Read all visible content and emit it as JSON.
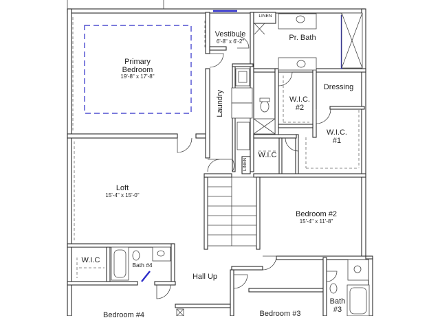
{
  "plan": {
    "rooms": {
      "primary_bedroom": {
        "name": "Primary\nBedroom",
        "dims": "19'-8\" x 17'-8\""
      },
      "vestibule": {
        "name": "Vestibule",
        "dims": "6'-8\" x 6'-2\""
      },
      "linen_top": {
        "name": "LINEN"
      },
      "pr_bath": {
        "name": "Pr. Bath"
      },
      "laundry": {
        "name": "Laundry"
      },
      "dressing": {
        "name": "Dressing"
      },
      "wic2": {
        "name": "W.I.C.\n#2"
      },
      "wic1": {
        "name": "W.I.C.\n#1"
      },
      "wic_mid": {
        "name": "W.I.C"
      },
      "linen_mid": {
        "name": "LINEN"
      },
      "loft": {
        "name": "Loft",
        "dims": "15'-4\" x 15'-0\""
      },
      "bedroom2": {
        "name": "Bedroom #2",
        "dims": "15'-4\" x 11'-8\""
      },
      "wic_left": {
        "name": "W.I.C"
      },
      "bath4": {
        "name": "Bath #4"
      },
      "hall_up": {
        "name": "Hall Up"
      },
      "bedroom3": {
        "name": "Bedroom #3"
      },
      "bath3": {
        "name": "Bath\n#3"
      },
      "bedroom4_partial": {
        "name": "Bedroom #4"
      }
    },
    "colors": {
      "wall": "#2b2b2b",
      "accent_blue": "#2c2cc8",
      "background": "#ffffff"
    }
  }
}
